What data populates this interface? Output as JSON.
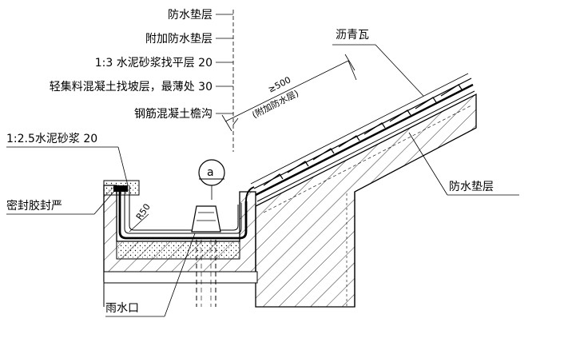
{
  "labels": {
    "layer1": "防水垫层",
    "layer2": "附加防水垫层",
    "layer3": "1:3 水泥砂浆找平层 20",
    "layer4": "轻集料混凝土找坡层，最薄处 30",
    "layer5": "钢筋混凝土檐沟",
    "mortar": "1:2.5水泥砂浆 20",
    "sealant": "密封胶封严",
    "drain": "雨水口",
    "tile": "沥青瓦",
    "underlay": "防水垫层",
    "dim_len": "≥500",
    "dim_note": "(附加防水层)",
    "radius": "R50",
    "detail": "a"
  },
  "colors": {
    "line": "#000000",
    "background": "#ffffff"
  }
}
